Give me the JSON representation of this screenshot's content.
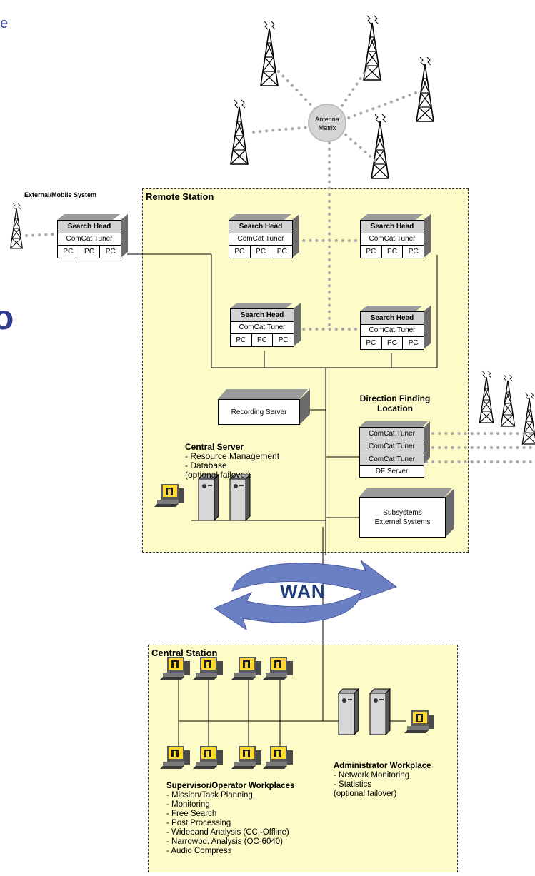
{
  "fragments": {
    "top_left": "e",
    "mid_left": "o"
  },
  "antenna_matrix": {
    "line1": "Antenna",
    "line2": "Matrix"
  },
  "external_system": {
    "title": "External/Mobile System"
  },
  "remote_station": {
    "title": "Remote Station"
  },
  "search_head": {
    "header": "Search Head",
    "tuner": "ComCat Tuner",
    "pc": "PC"
  },
  "recording_server": {
    "label": "Recording Server"
  },
  "central_server": {
    "title": "Central Server",
    "items": [
      "- Resource Management",
      "- Database",
      "(optional failover)"
    ]
  },
  "df_location": {
    "title_line1": "Direction Finding",
    "title_line2": "Location",
    "tuners": [
      "ComCat Tuner",
      "ComCat Tuner",
      "ComCat Tuner"
    ],
    "server": "DF Server"
  },
  "subsystems": {
    "line1": "Subsystems",
    "line2": "External Systems"
  },
  "wan": {
    "label": "WAN"
  },
  "central_station": {
    "title": "Central Station"
  },
  "admin_workplace": {
    "title": "Administrator Workplace",
    "items": [
      "- Network Monitoring",
      "- Statistics",
      "(optional failover)"
    ]
  },
  "supervisor_workplaces": {
    "title": "Supervisor/Operator Workplaces",
    "items": [
      "- Mission/Task Planning",
      "- Monitoring",
      "- Free Search",
      "- Post Processing",
      "- Wideband Analysis (CCI-Offline)",
      "- Narrowbd. Analysis (OC-6040)",
      "- Audio Compress"
    ]
  },
  "colors": {
    "station_fill": "#fdfbc8",
    "wan_arrow": "#5a6fb8",
    "wan_text": "#1f3c7a",
    "dotted_link": "#a8a8a8",
    "fragment_text": "#2e3b8f"
  }
}
